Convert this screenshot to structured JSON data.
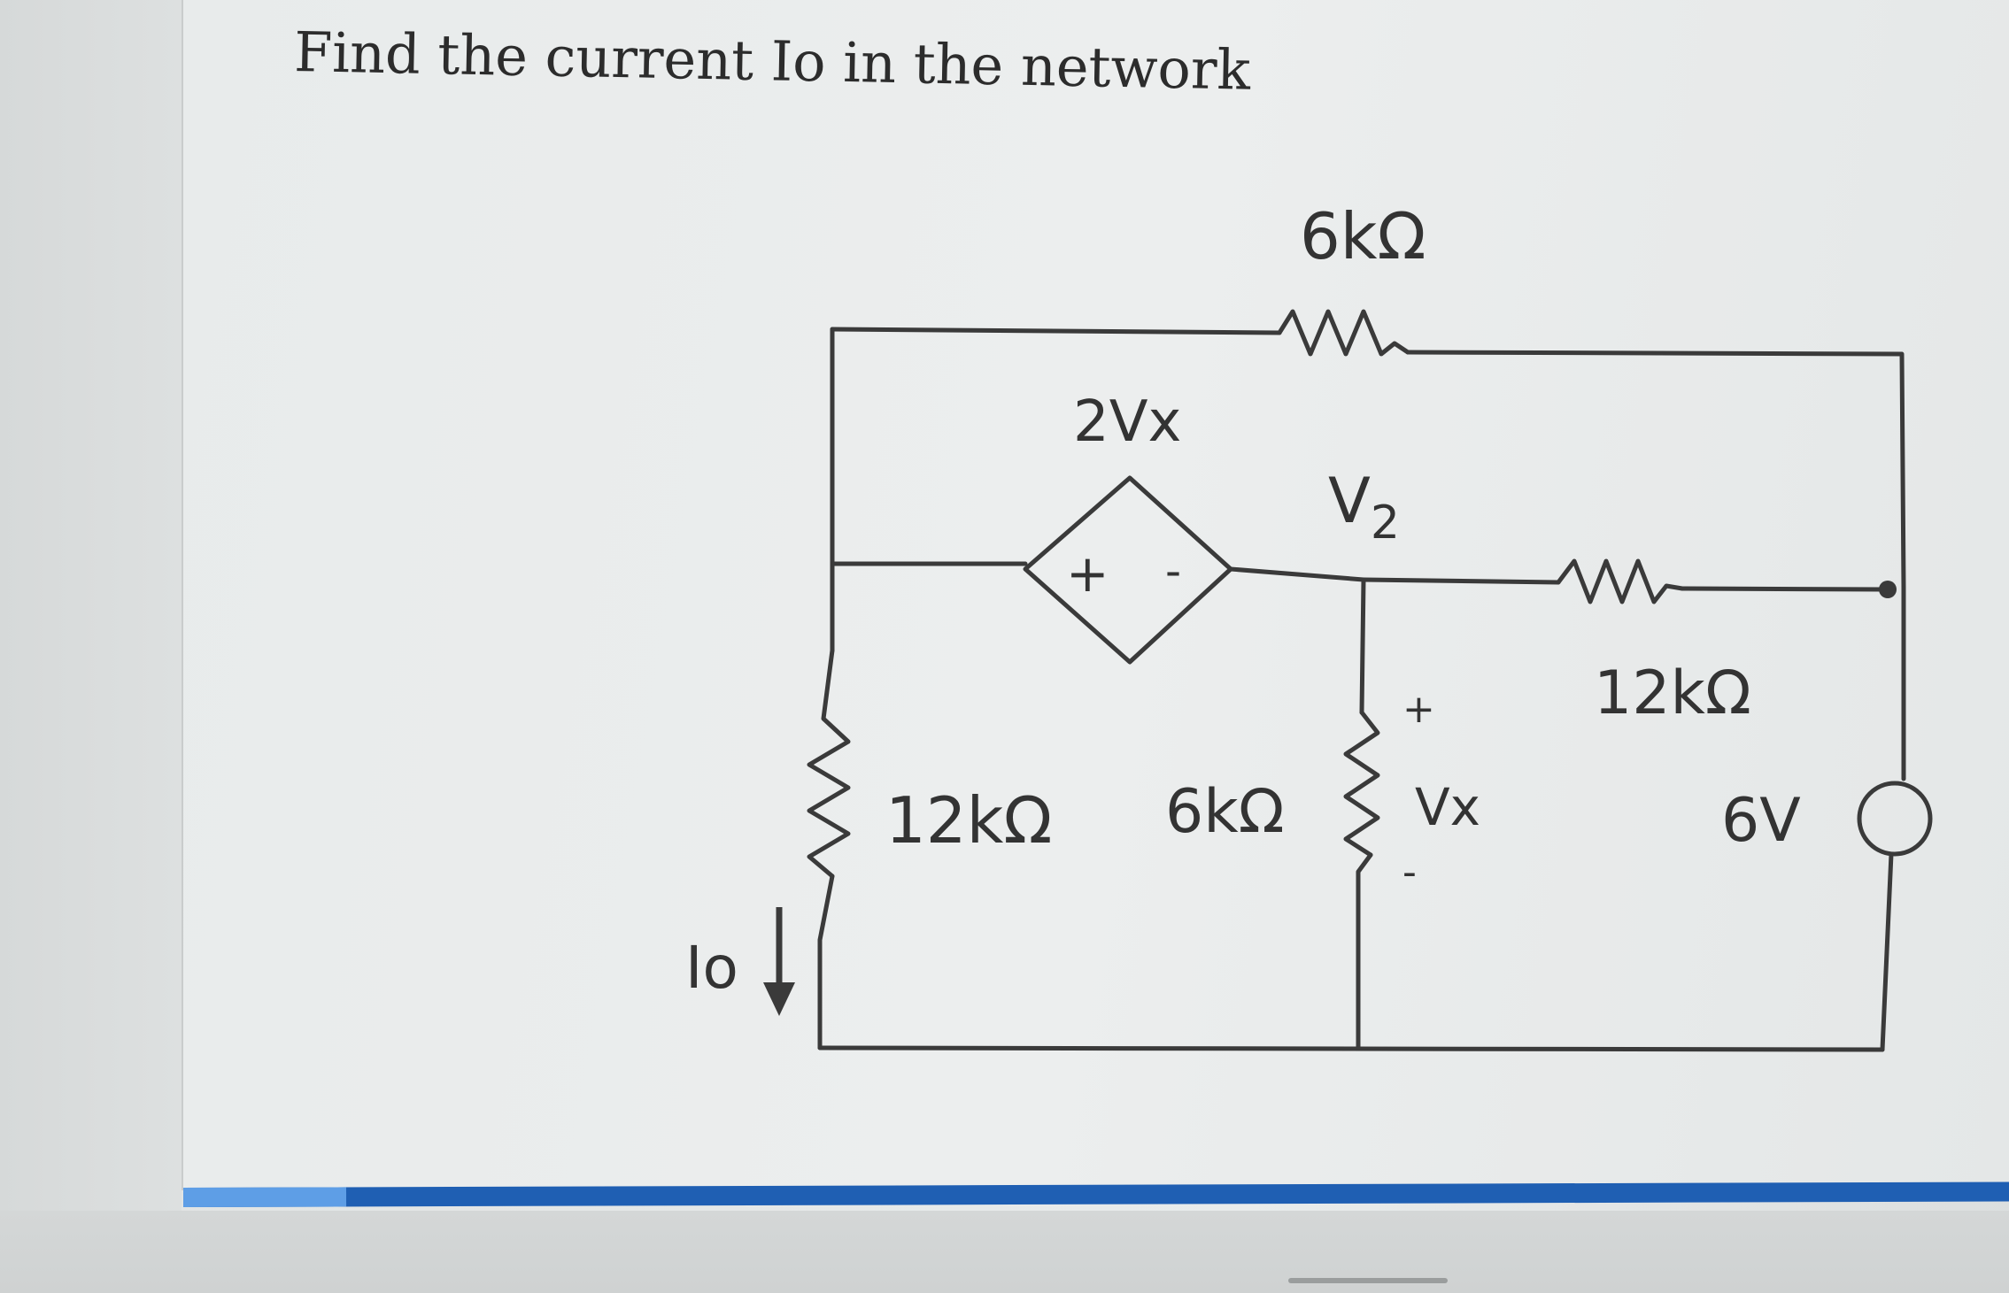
{
  "question": "Find the current Io in the network",
  "progress": {
    "fraction": 0.089
  },
  "circuit": {
    "labels": {
      "top_resistor": "6kΩ",
      "dependent_source": "2Vx",
      "node_voltage": "V",
      "node_voltage_subscript": "2",
      "right_resistor": "12kΩ",
      "left_resistor": "12kΩ",
      "middle_resistor": "6kΩ",
      "vx_label": "Vx",
      "vx_plus": "+",
      "vx_minus": "-",
      "source_plus": "+",
      "source_minus": "-",
      "voltage_source": "6V",
      "current_label": "Io"
    }
  }
}
